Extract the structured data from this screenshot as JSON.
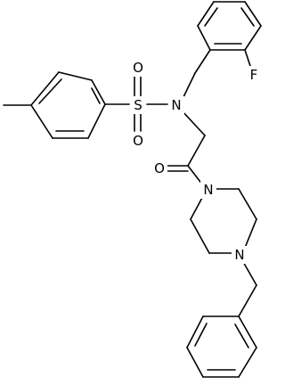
{
  "molecule": {
    "atoms": {
      "sulfur": "S",
      "oxygen_top": "O",
      "oxygen_bottom": "O",
      "nitrogen_sulfonamide": "N",
      "fluorine": "F",
      "oxygen_carbonyl": "O",
      "nitrogen_piperazine_top": "N",
      "nitrogen_piperazine_bottom": "N"
    },
    "colors": {
      "bond": "#000000",
      "label": "#000000",
      "background": "#ffffff"
    }
  }
}
